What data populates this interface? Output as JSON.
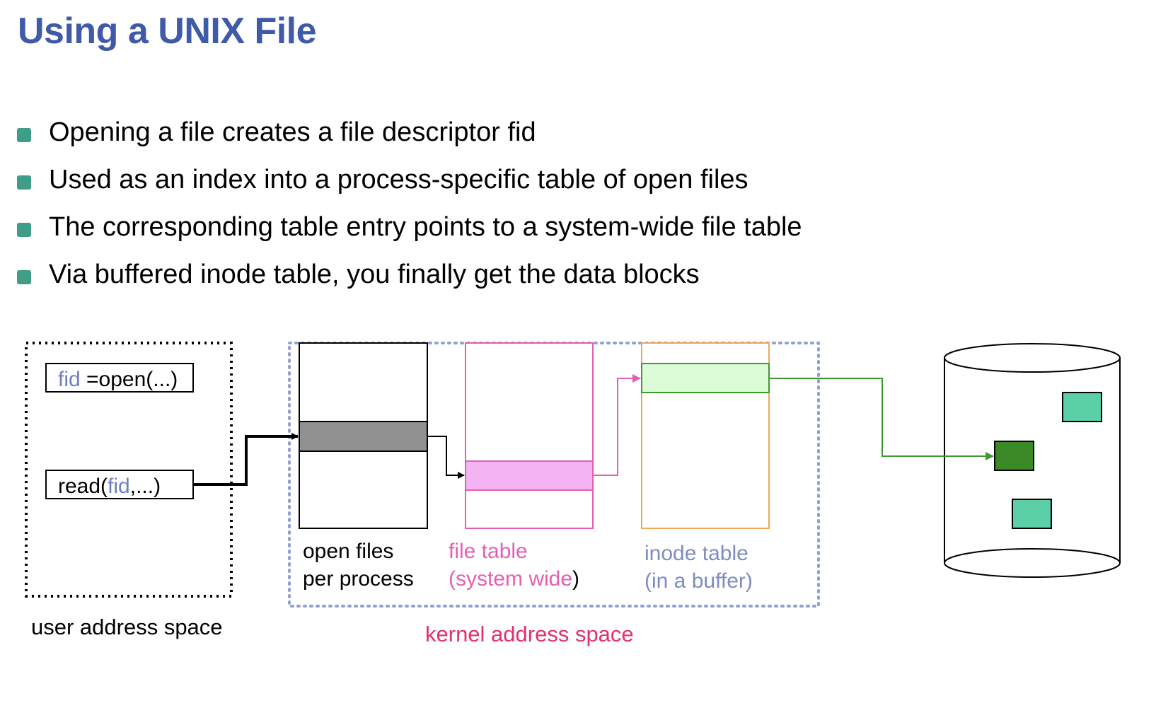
{
  "title": "Using a UNIX File",
  "bullets": [
    "Opening a file creates a file descriptor fid",
    "Used as an index into a process-specific table of open files",
    "The corresponding table entry points to a system-wide file table",
    "Via buffered inode table, you finally get the data blocks"
  ],
  "diagram": {
    "user_space": {
      "label": "user address space",
      "open_call": {
        "var": "fid",
        "rest": " =open(...)"
      },
      "read_call": {
        "prefix": "read(",
        "var": "fid",
        "suffix": ",...)"
      }
    },
    "kernel_space": {
      "label": "kernel address space",
      "open_files": {
        "line1": "open files",
        "line2": "per process"
      },
      "file_table": {
        "line1": "file table",
        "line2_main": "(system wide",
        "line2_close": ")"
      },
      "inode_table": {
        "line1": "inode table",
        "line2": "(in a buffer)"
      }
    },
    "colors": {
      "title": "#3f5aa8",
      "bullet": "#3f9d88",
      "fid": "#6f80bf",
      "kernel_border": "#8fa0d2",
      "kernel_label": "#e0306e",
      "file_table": "#e45fb4",
      "file_table_fill": "#f4b3f3",
      "inode_border": "#eea95a",
      "inode_label": "#7d8cc4",
      "inode_fill": "#dcfcd8",
      "inode_entry": "#3d9a2f",
      "open_entry_fill": "#919191",
      "disk_block": "#5bcfa6",
      "disk_block_target": "#3b8a28"
    }
  }
}
